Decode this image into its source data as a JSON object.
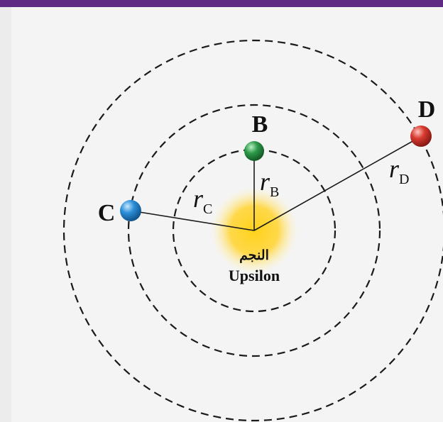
{
  "diagram": {
    "star": {
      "name": "Upsilon",
      "arabic_label": "النجم"
    },
    "planets": [
      {
        "id": "B",
        "label": "B",
        "radius_label": "r",
        "radius_sub": "B",
        "color": "#2e9a4a"
      },
      {
        "id": "C",
        "label": "C",
        "radius_label": "r",
        "radius_sub": "C",
        "color": "#2b8fd8"
      },
      {
        "id": "D",
        "label": "D",
        "radius_label": "r",
        "radius_sub": "D",
        "color": "#d83a30"
      }
    ],
    "colors": {
      "header_bar": "#5e2a84",
      "star_core": "#ffd21a",
      "star_glow": "#ffe97a",
      "orbit_line": "#1a1a1a"
    }
  }
}
